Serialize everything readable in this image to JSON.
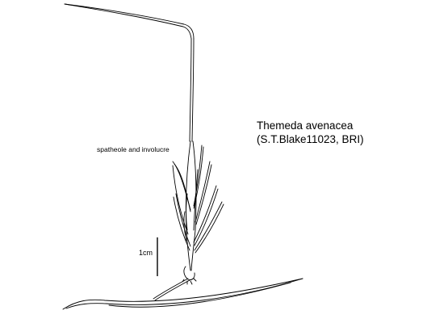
{
  "figure": {
    "title": "Themeda avenacea",
    "specimen": "(S.T.Blake11023, BRI)",
    "part_label": "spatheole and involucre",
    "scale_label": "1cm",
    "ink_color": "#000000",
    "background_color": "#ffffff"
  }
}
